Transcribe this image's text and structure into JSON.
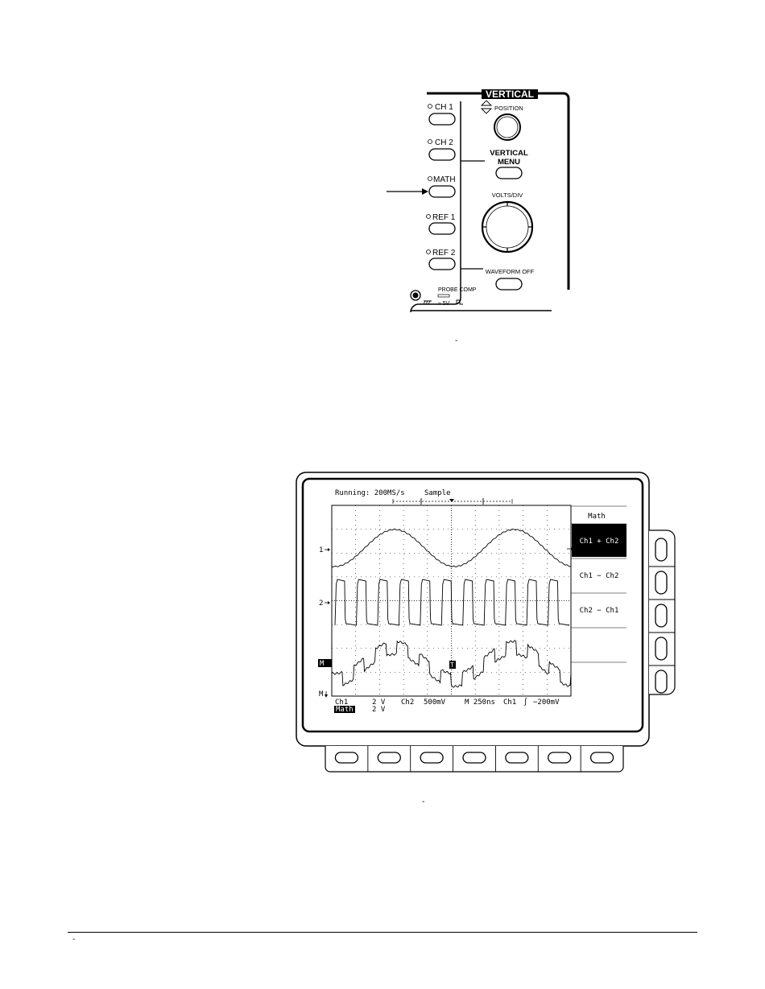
{
  "vertical_panel": {
    "title": "VERTICAL",
    "buttons": [
      "CH 1",
      "CH 2",
      "MATH",
      "REF 1",
      "REF 2"
    ],
    "position_label": "POSITION",
    "vertical_menu_line1": "VERTICAL",
    "vertical_menu_line2": "MENU",
    "volts_div_label": "VOLTS/DIV",
    "waveform_off_label": "WAVEFORM OFF",
    "probe_comp_label": "PROBE COMP",
    "probe_voltage": "≈ 5V"
  },
  "caption_mark_1": "-",
  "scope": {
    "status": "Running: 200MS/s",
    "acq_mode": "Sample",
    "ch1_marker": "1",
    "ch2_marker": "2",
    "math_marker": "M",
    "menu_title": "Math",
    "menu_items": [
      "Ch1 + Ch2",
      "Ch1 − Ch2",
      "Ch2 − Ch1",
      "",
      ""
    ],
    "menu_selected_index": 0,
    "readout_row1": [
      "Ch1",
      "2 V",
      "Ch2",
      "500mV",
      "M 250ns",
      "Ch1",
      "∫",
      "−200mV"
    ],
    "readout_row2": [
      "Math",
      "2 V"
    ]
  },
  "caption_mark_2": "-",
  "footer_mark": "-"
}
